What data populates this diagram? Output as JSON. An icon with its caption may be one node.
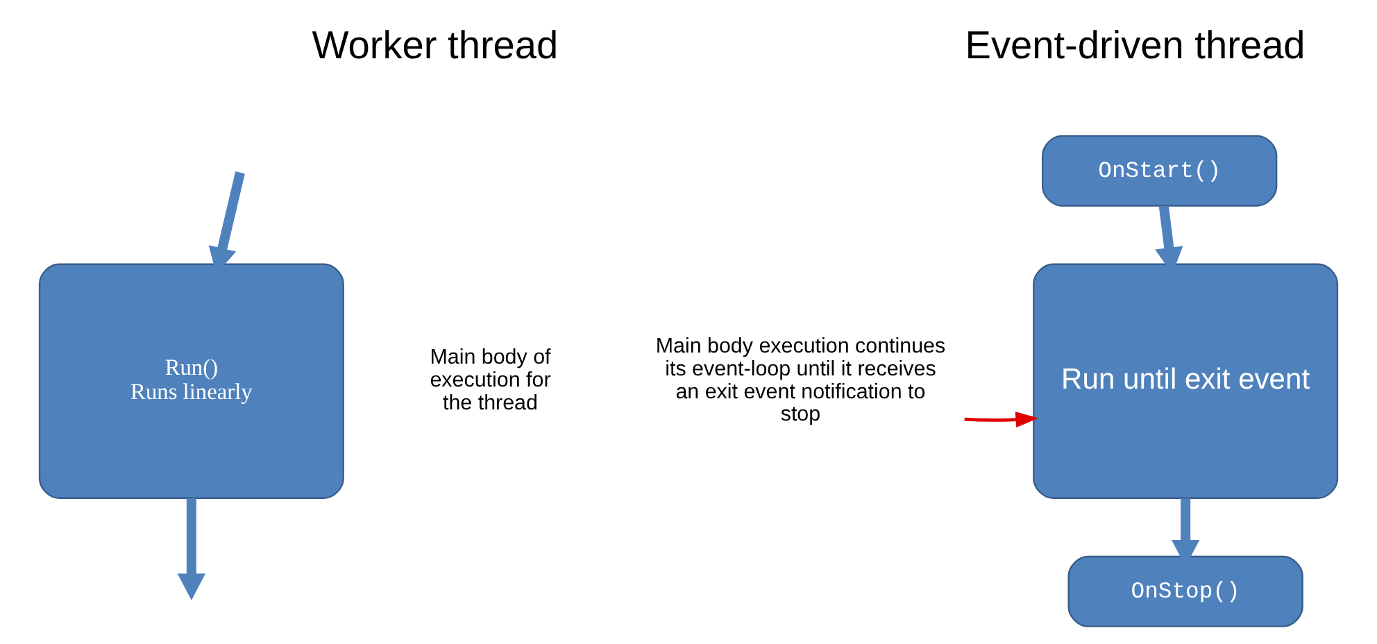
{
  "diagram": {
    "nodes": [
      {
        "text": [
          "Run()",
          "Runs linearly"
        ]
      },
      {
        "text": [
          "OnStart()"
        ]
      },
      {
        "text": [
          "Run until exit event"
        ]
      },
      {
        "text": [
          "OnStop()"
        ]
      },
      {
        "text": [
          "Main body execution continues its event-loop until it receives an exit event notification to stop"
        ]
      }
    ],
    "edges": [
      {
        "from": null,
        "to": 0,
        "arrow": "to"
      },
      {
        "from": 0,
        "to": null,
        "arrow": "to"
      },
      {
        "from": 1,
        "to": 2,
        "arrow": "to"
      },
      {
        "from": 2,
        "to": 3,
        "arrow": "to"
      },
      {
        "from": 4,
        "to": 2,
        "arrow": "to",
        "color": "#e00000"
      }
    ],
    "labels": [
      "Worker thread",
      "Event-driven thread",
      "Main body of execution for the thread"
    ]
  }
}
